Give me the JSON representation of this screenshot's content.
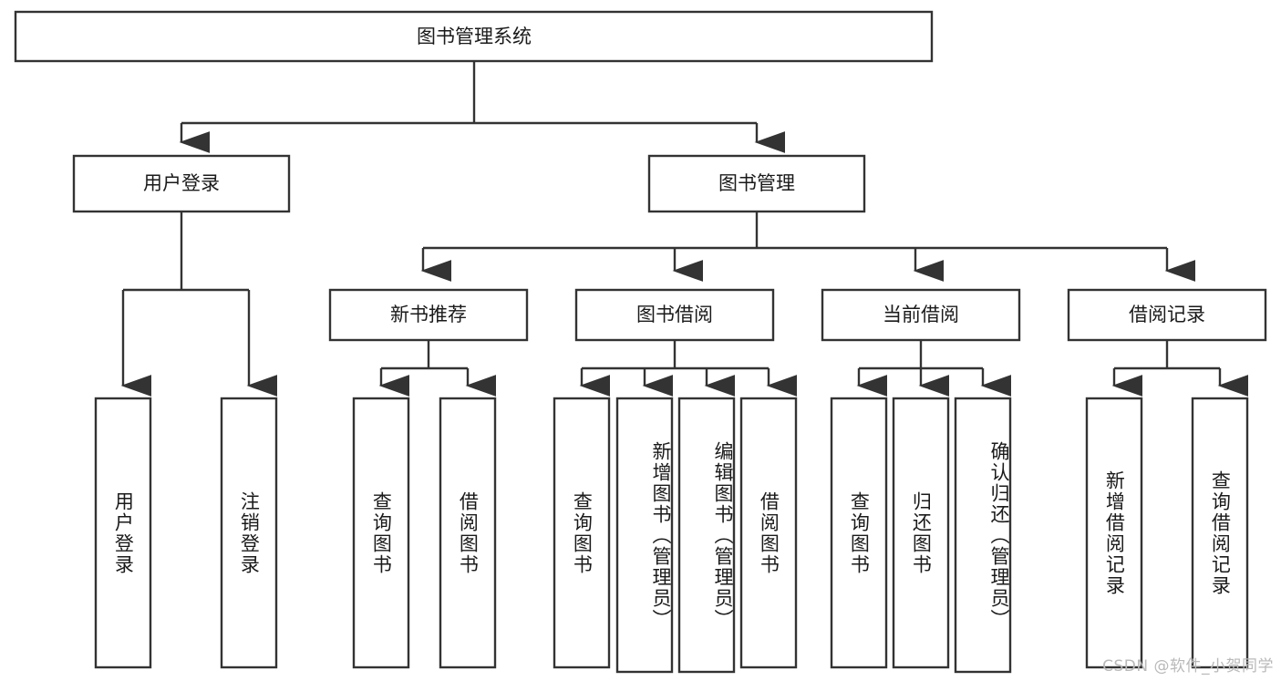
{
  "diagram": {
    "type": "tree-hierarchy",
    "title": "图书管理系统",
    "root": {
      "id": "root",
      "label": "图书管理系统",
      "shape": "rectangle",
      "orientation": "horizontal"
    },
    "level2": [
      {
        "id": "user-login",
        "label": "用户登录",
        "shape": "rectangle",
        "orientation": "horizontal"
      },
      {
        "id": "book-manage",
        "label": "图书管理",
        "shape": "rectangle",
        "orientation": "horizontal"
      }
    ],
    "level3": [
      {
        "id": "new-book-recommend",
        "label": "新书推荐",
        "parent": "book-manage"
      },
      {
        "id": "book-borrow",
        "label": "图书借阅",
        "parent": "book-manage"
      },
      {
        "id": "current-borrow",
        "label": "当前借阅",
        "parent": "book-manage"
      },
      {
        "id": "borrow-record",
        "label": "借阅记录",
        "parent": "book-manage"
      }
    ],
    "leaves": [
      {
        "id": "leaf-user-login",
        "label": "用户登录",
        "parent": "user-login"
      },
      {
        "id": "leaf-logout",
        "label": "注销登录",
        "parent": "user-login"
      },
      {
        "id": "leaf-query-book-1",
        "label": "查询图书",
        "parent": "new-book-recommend"
      },
      {
        "id": "leaf-borrow-book-1",
        "label": "借阅图书",
        "parent": "new-book-recommend"
      },
      {
        "id": "leaf-query-book-2",
        "label": "查询图书",
        "parent": "book-borrow"
      },
      {
        "id": "leaf-add-book",
        "label": "新增图书（管理员）",
        "parent": "book-borrow"
      },
      {
        "id": "leaf-edit-book",
        "label": "编辑图书（管理员）",
        "parent": "book-borrow"
      },
      {
        "id": "leaf-borrow-book-2",
        "label": "借阅图书",
        "parent": "book-borrow"
      },
      {
        "id": "leaf-query-book-3",
        "label": "查询图书",
        "parent": "current-borrow"
      },
      {
        "id": "leaf-return-book",
        "label": "归还图书",
        "parent": "current-borrow"
      },
      {
        "id": "leaf-confirm-return",
        "label": "确认归还（管理员）",
        "parent": "current-borrow"
      },
      {
        "id": "leaf-add-record",
        "label": "新增借阅记录",
        "parent": "borrow-record"
      },
      {
        "id": "leaf-query-record",
        "label": "查询借阅记录",
        "parent": "borrow-record"
      }
    ],
    "colors": {
      "stroke": "#333333",
      "fill": "#ffffff",
      "text": "#1a1a1a",
      "background": "#ffffff",
      "watermark": "#b9b9b9"
    }
  },
  "watermark": {
    "text": "CSDN @软件_小贺同学"
  }
}
